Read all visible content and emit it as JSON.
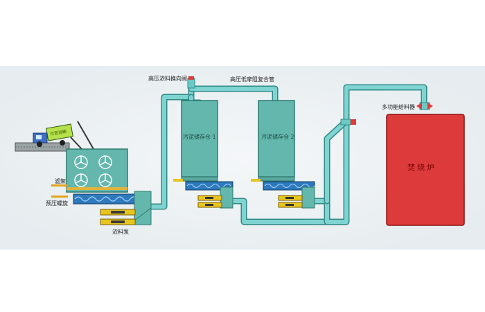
{
  "diagram": {
    "labels": {
      "valve": "高压浓料换向阀",
      "pipe": "高压低摩阻复合管",
      "feeder": "多功能给料器",
      "rack": "滤架",
      "screw": "预压螺旋",
      "pump": "浓料泵"
    },
    "tanks": [
      "污泥储存仓 1",
      "污泥储存仓 2"
    ],
    "furnace": "焚烧炉",
    "truck_sign": "污泥运输"
  },
  "colors": {
    "background": "#ffffff",
    "band": "#eef2f4",
    "pipe": "#6cc9c6",
    "pipe_edge": "#2f8a86",
    "tank": "#64b7ad",
    "tank_edge": "#2c7a70",
    "furnace": "#dd3b3b",
    "furnace_edge": "#8b1010",
    "screw": "#2d79bd",
    "cylinder": "#e8c51e",
    "valve_red": "#e23a3a"
  }
}
